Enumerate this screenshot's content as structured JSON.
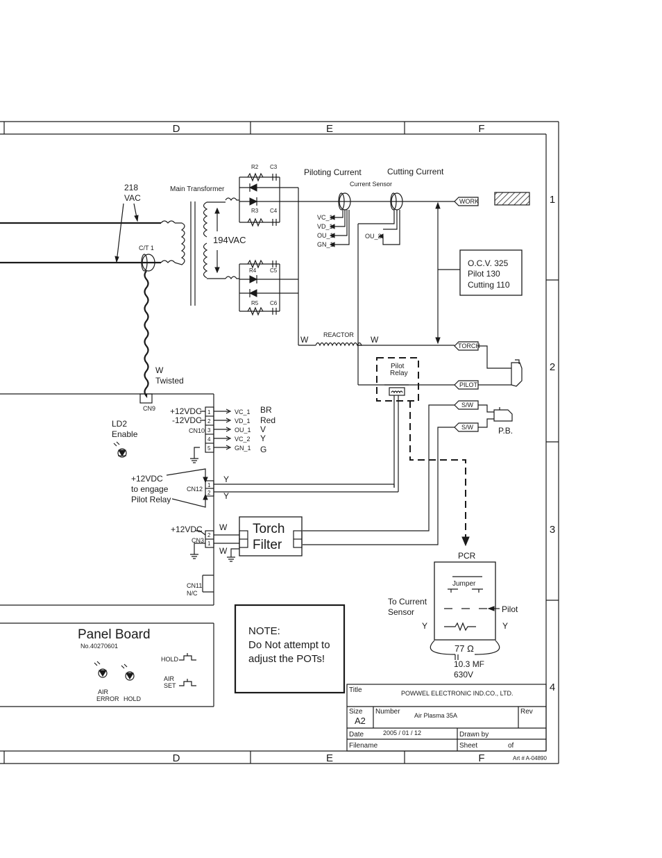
{
  "frame": {
    "columns": [
      "D",
      "E",
      "F"
    ],
    "rows": [
      "1",
      "2",
      "3",
      "4"
    ]
  },
  "supply": {
    "vac_line1": "218",
    "vac_line2": "VAC",
    "ct_label": "C/T 1",
    "twisted_w": "W",
    "twisted_label": "Twisted"
  },
  "transformer": {
    "title": "Main Transformer",
    "secondary_label": "194VAC"
  },
  "bridge": {
    "components": [
      "R2",
      "C3",
      "R3",
      "C4",
      "R4",
      "C5",
      "R5",
      "C6"
    ]
  },
  "sensors": {
    "piloting_current": "Piloting Current",
    "cutting_current": "Cutting Current",
    "current_sensor": "Current Sensor",
    "left_signals": [
      "VC_1",
      "VD_1",
      "OU_1",
      "GN_1"
    ],
    "right_signal": "OU_2"
  },
  "outputs": {
    "work": "WORK",
    "torch": "TORCH",
    "pilot": "PILOT",
    "sw1": "S/W",
    "sw2": "S/W",
    "pb": "P.B."
  },
  "ocv_box": {
    "line1": "O.C.V. 325",
    "line2": "Pilot 130",
    "line3": "Cutting 110"
  },
  "reactor": {
    "label": "REACTOR",
    "w_left": "W",
    "w_right": "W"
  },
  "pilot_relay": {
    "line1": "Pilot",
    "line2": "Relay"
  },
  "control_board": {
    "cn9": "CN9",
    "vdc_pos": "+12VDC",
    "vdc_neg": "-12VDC",
    "cn10": "CN10",
    "pins": [
      "1",
      "2",
      "3",
      "4",
      "5"
    ],
    "signals": [
      "VC_1",
      "VD_1",
      "OU_1",
      "VC_2",
      "GN_1"
    ],
    "colors": [
      "BR",
      "Red",
      "V",
      "Y",
      "G"
    ],
    "ld2_line1": "LD2",
    "ld2_line2": "Enable",
    "engage_line1": "+12VDC",
    "engage_line2": "to engage",
    "engage_line3": "Pilot Relay",
    "cn12": "CN12",
    "cn12_pins": [
      "1",
      "2"
    ],
    "cn12_y1": "Y",
    "cn12_y2": "Y",
    "cn3_vdc": "+12VDC",
    "cn3": "CN3",
    "cn3_pins": [
      "2",
      "1"
    ],
    "cn3_w1": "W",
    "cn3_w2": "W",
    "cn11_line1": "CN11",
    "cn11_line2": "N/C"
  },
  "torch_filter": {
    "line1": "Torch",
    "line2": "Filter"
  },
  "pcr": {
    "label": "PCR",
    "jumper": "Jumper",
    "pilot": "Pilot",
    "to_current_line1": "To Current",
    "to_current_line2": "Sensor",
    "y_left": "Y",
    "y_right": "Y",
    "resistance": "77 Ω",
    "cap_value": "10.3 MF",
    "cap_voltage": "630V"
  },
  "panel_board": {
    "title": "Panel  Board",
    "number": "No.40270601",
    "hold_label": "HOLD",
    "air_set_line1": "AIR",
    "air_set_line2": "SET",
    "air_error_line1": "AIR",
    "air_error_line2": "ERROR",
    "hold_led": "HOLD"
  },
  "note": {
    "line1": "NOTE:",
    "line2": "Do Not attempt to",
    "line3": "adjust the POTs!"
  },
  "title_block": {
    "title_label": "Title",
    "company": "POWWEL ELECTRONIC IND.CO., LTD.",
    "size_label": "Size",
    "size_value": "A2",
    "number_label": "Number",
    "number_value": "Air Plasma 35A",
    "rev_label": "Rev",
    "date_label": "Date",
    "date_value": "2005 / 01 / 12",
    "drawn_label": "Drawn  by",
    "filename_label": "Filename",
    "sheet_label": "Sheet",
    "of_label": "of"
  },
  "art_number": "Art # A-04890"
}
